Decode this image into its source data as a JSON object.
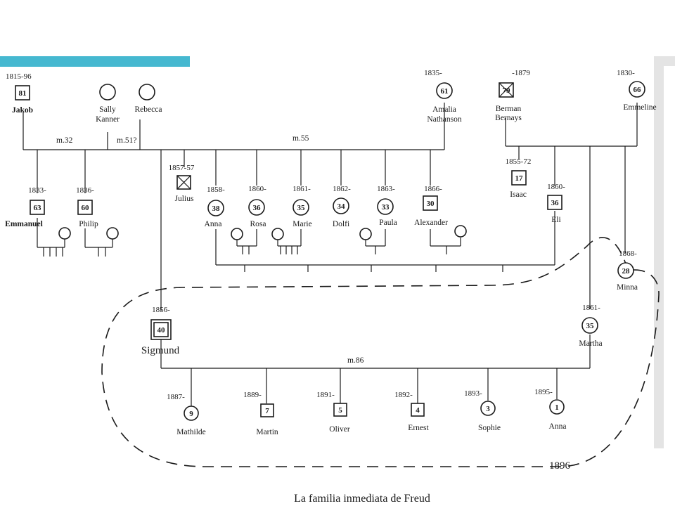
{
  "colors": {
    "accent": "#45b8d0",
    "strip": "#e4e4e4",
    "ink": "#1a1a1a"
  },
  "caption": "La familia inmediata de Freud",
  "enclosure_year": "1896",
  "marriages": {
    "jakob_emmanuel_side": "m.32",
    "jakob_second": "m.51?",
    "jakob_amalia": "m.55",
    "sigmund_martha": "m.86"
  },
  "people": {
    "jakob": {
      "name": "Jakob",
      "years": "1815-96",
      "age": "81",
      "shape": "square"
    },
    "sally": {
      "name1": "Sally",
      "name2": "Kanner",
      "shape": "circle"
    },
    "rebecca": {
      "name": "Rebecca",
      "shape": "circle"
    },
    "amalia": {
      "name1": "Amalia",
      "name2": "Nathanson",
      "years": "1835-",
      "age": "61",
      "shape": "circle"
    },
    "berman": {
      "name1": "Berman",
      "name2": "Bernays",
      "years": "-1879",
      "age": "79",
      "shape": "square-deceased"
    },
    "emmeline": {
      "name": "Emmeline",
      "years": "1830-",
      "age": "66",
      "shape": "circle"
    },
    "emmanuel": {
      "name": "Emmanuel",
      "years": "1833-",
      "age": "63",
      "shape": "square"
    },
    "philip": {
      "name": "Philip",
      "years": "1836-",
      "age": "60",
      "shape": "square"
    },
    "julius": {
      "name": "Julius",
      "years": "1857-57",
      "shape": "square-deceased"
    },
    "anna_sister": {
      "name": "Anna",
      "years": "1858-",
      "age": "38",
      "shape": "circle"
    },
    "rosa": {
      "name": "Rosa",
      "years": "1860-",
      "age": "36",
      "shape": "circle"
    },
    "marie": {
      "name": "Marie",
      "years": "1861-",
      "age": "35",
      "shape": "circle"
    },
    "dolfi": {
      "name": "Dolfi",
      "years": "1862-",
      "age": "34",
      "shape": "circle"
    },
    "paula": {
      "name": "Paula",
      "years": "1863-",
      "age": "33",
      "shape": "circle"
    },
    "alexander": {
      "name": "Alexander",
      "years": "1866-",
      "age": "30",
      "shape": "square"
    },
    "isaac": {
      "name": "Isaac",
      "years": "1855-72",
      "age": "17",
      "shape": "square"
    },
    "eli": {
      "name": "Eli",
      "years": "1860-",
      "age": "36",
      "shape": "square"
    },
    "minna": {
      "name": "Minna",
      "years": "1868-",
      "age": "28",
      "shape": "circle"
    },
    "sigmund": {
      "name": "Sigmund",
      "years": "1856-",
      "age": "40",
      "shape": "square-index"
    },
    "martha": {
      "name": "Martha",
      "years": "1861-",
      "age": "35",
      "shape": "circle"
    },
    "mathilde": {
      "name": "Mathilde",
      "years": "1887-",
      "age": "9",
      "shape": "circle"
    },
    "martin": {
      "name": "Martin",
      "years": "1889-",
      "age": "7",
      "shape": "square"
    },
    "oliver": {
      "name": "Oliver",
      "years": "1891-",
      "age": "5",
      "shape": "square"
    },
    "ernest": {
      "name": "Ernest",
      "years": "1892-",
      "age": "4",
      "shape": "square"
    },
    "sophie": {
      "name": "Sophie",
      "years": "1893-",
      "age": "3",
      "shape": "circle"
    },
    "anna_daughter": {
      "name": "Anna",
      "years": "1895-",
      "age": "1",
      "shape": "circle"
    }
  }
}
